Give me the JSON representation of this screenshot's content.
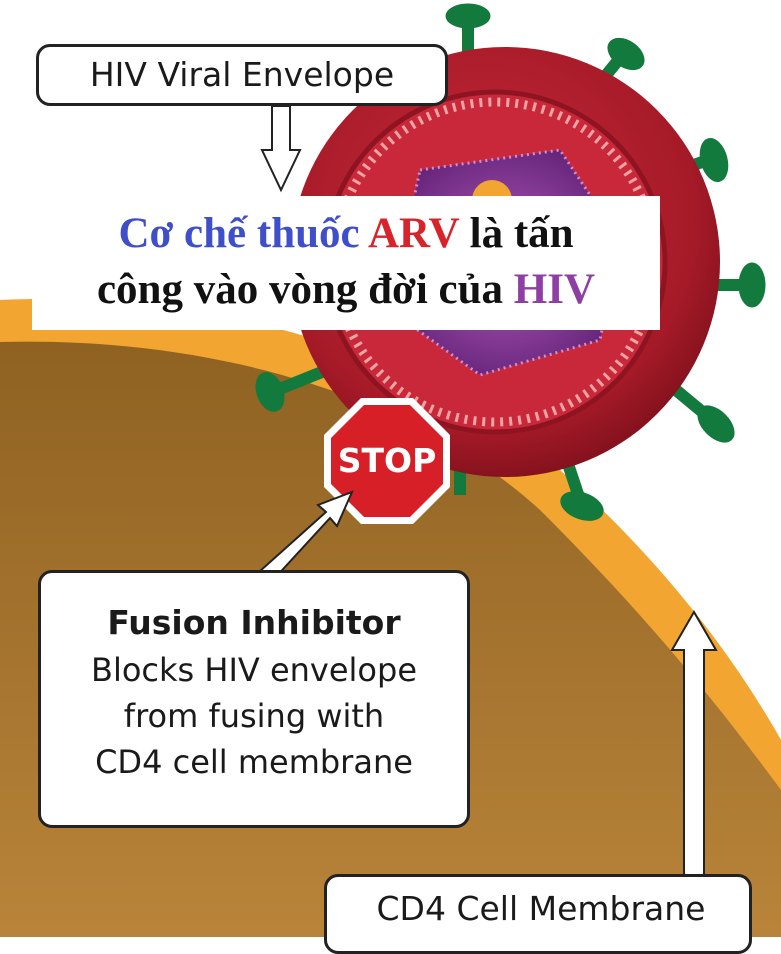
{
  "labels": {
    "envelope": "HIV Viral Envelope",
    "stop_sign": "STOP",
    "fusion_title": "Fusion Inhibitor",
    "fusion_lines": [
      "Blocks HIV envelope",
      "from fusing with",
      "CD4 cell membrane"
    ],
    "cell_membrane": "CD4 Cell Membrane"
  },
  "title": {
    "line1": [
      {
        "text": "Cơ chế thuốc ",
        "color": "blue"
      },
      {
        "text": "ARV",
        "color": "red"
      },
      {
        "text": " là tấn",
        "color": "black"
      }
    ],
    "line2": [
      {
        "text": "công vào vòng đời của ",
        "color": "black"
      },
      {
        "text": "HIV",
        "color": "purple"
      }
    ]
  },
  "colors": {
    "title_blue": "#3f4fc9",
    "title_red": "#d8232a",
    "title_purple": "#8e3fa3",
    "membrane_outer": "#f2a531",
    "cell_interior": "#a3732d",
    "virus_envelope": "#b11f2e",
    "virus_spike": "#127a3c",
    "capsid": "#8a2f8c",
    "stop_red": "#d61f26"
  }
}
